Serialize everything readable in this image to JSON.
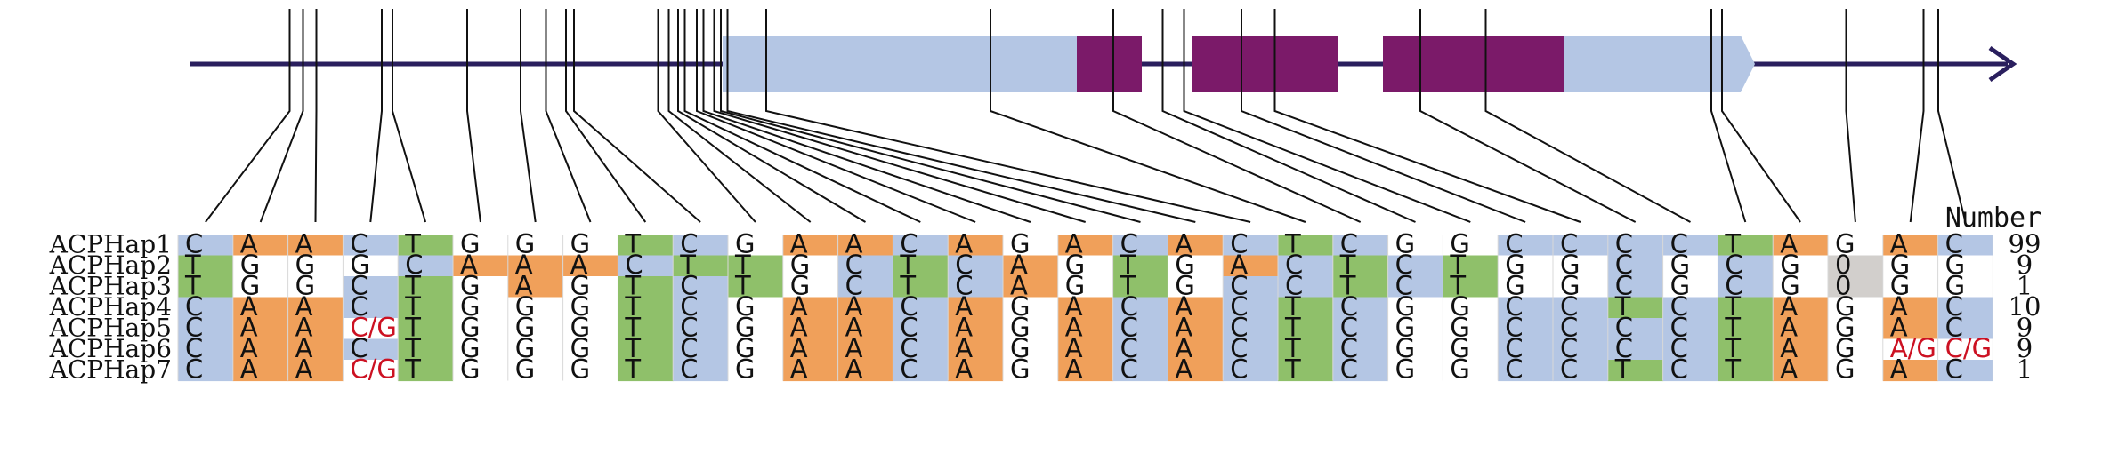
{
  "number_header": "Number",
  "colors": {
    "C": "#b4c6e4",
    "A": "#f0a05a",
    "T": "#8fc06a",
    "G": "#ffffff",
    "0": "#d2cfcc",
    "het": "#ffffff",
    "utr": "#b4c6e4",
    "cds": "#7b1a69",
    "axis": "#2a1f5e",
    "het_text": "#cc1122"
  },
  "gene_model": {
    "segments": [
      {
        "type": "utr",
        "start": 5,
        "end": 11
      },
      {
        "type": "cds",
        "start": 11,
        "end": 12
      },
      {
        "type": "cds",
        "start": 13,
        "end": 15
      },
      {
        "type": "cds",
        "start": 17,
        "end": 19
      },
      {
        "type": "utr",
        "start": 19,
        "end": 23
      }
    ]
  },
  "haplotypes": [
    {
      "name": "ACPHap1",
      "number": "99",
      "alleles": [
        "C",
        "A",
        "A",
        "C",
        "T",
        "G",
        "G",
        "G",
        "T",
        "C",
        "G",
        "A",
        "A",
        "C",
        "A",
        "G",
        "A",
        "C",
        "A",
        "C",
        "T",
        "C",
        "G",
        "G",
        "C",
        "C",
        "C",
        "C",
        "T",
        "A",
        "G",
        "A",
        "C"
      ]
    },
    {
      "name": "ACPHap2",
      "number": "9",
      "alleles": [
        "T",
        "G",
        "G",
        "G",
        "C",
        "A",
        "A",
        "A",
        "C",
        "T",
        "T",
        "G",
        "C",
        "T",
        "C",
        "A",
        "G",
        "T",
        "G",
        "A",
        "C",
        "T",
        "C",
        "T",
        "G",
        "G",
        "C",
        "G",
        "C",
        "G",
        "0",
        "G",
        "G"
      ]
    },
    {
      "name": "ACPHap3",
      "number": "1",
      "alleles": [
        "T",
        "G",
        "G",
        "C",
        "T",
        "G",
        "A",
        "G",
        "T",
        "C",
        "T",
        "G",
        "C",
        "T",
        "C",
        "A",
        "G",
        "T",
        "G",
        "C",
        "C",
        "T",
        "C",
        "T",
        "G",
        "G",
        "C",
        "G",
        "C",
        "G",
        "0",
        "G",
        "G"
      ]
    },
    {
      "name": "ACPHap4",
      "number": "10",
      "alleles": [
        "C",
        "A",
        "A",
        "C",
        "T",
        "G",
        "G",
        "G",
        "T",
        "C",
        "G",
        "A",
        "A",
        "C",
        "A",
        "G",
        "A",
        "C",
        "A",
        "C",
        "T",
        "C",
        "G",
        "G",
        "C",
        "C",
        "T",
        "C",
        "T",
        "A",
        "G",
        "A",
        "C"
      ]
    },
    {
      "name": "ACPHap5",
      "number": "9",
      "alleles": [
        "C",
        "A",
        "A",
        "C/G",
        "T",
        "G",
        "G",
        "G",
        "T",
        "C",
        "G",
        "A",
        "A",
        "C",
        "A",
        "G",
        "A",
        "C",
        "A",
        "C",
        "T",
        "C",
        "G",
        "G",
        "C",
        "C",
        "C",
        "C",
        "T",
        "A",
        "G",
        "A",
        "C"
      ]
    },
    {
      "name": "ACPHap6",
      "number": "9",
      "alleles": [
        "C",
        "A",
        "A",
        "C",
        "T",
        "G",
        "G",
        "G",
        "T",
        "C",
        "G",
        "A",
        "A",
        "C",
        "A",
        "G",
        "A",
        "C",
        "A",
        "C",
        "T",
        "C",
        "G",
        "G",
        "C",
        "C",
        "C",
        "C",
        "T",
        "A",
        "G",
        "A/G",
        "C/G"
      ]
    },
    {
      "name": "ACPHap7",
      "number": "1",
      "alleles": [
        "C",
        "A",
        "A",
        "C/G",
        "T",
        "G",
        "G",
        "G",
        "T",
        "C",
        "G",
        "A",
        "A",
        "C",
        "A",
        "G",
        "A",
        "C",
        "A",
        "C",
        "T",
        "C",
        "G",
        "G",
        "C",
        "C",
        "T",
        "C",
        "T",
        "A",
        "G",
        "A",
        "C"
      ]
    }
  ]
}
